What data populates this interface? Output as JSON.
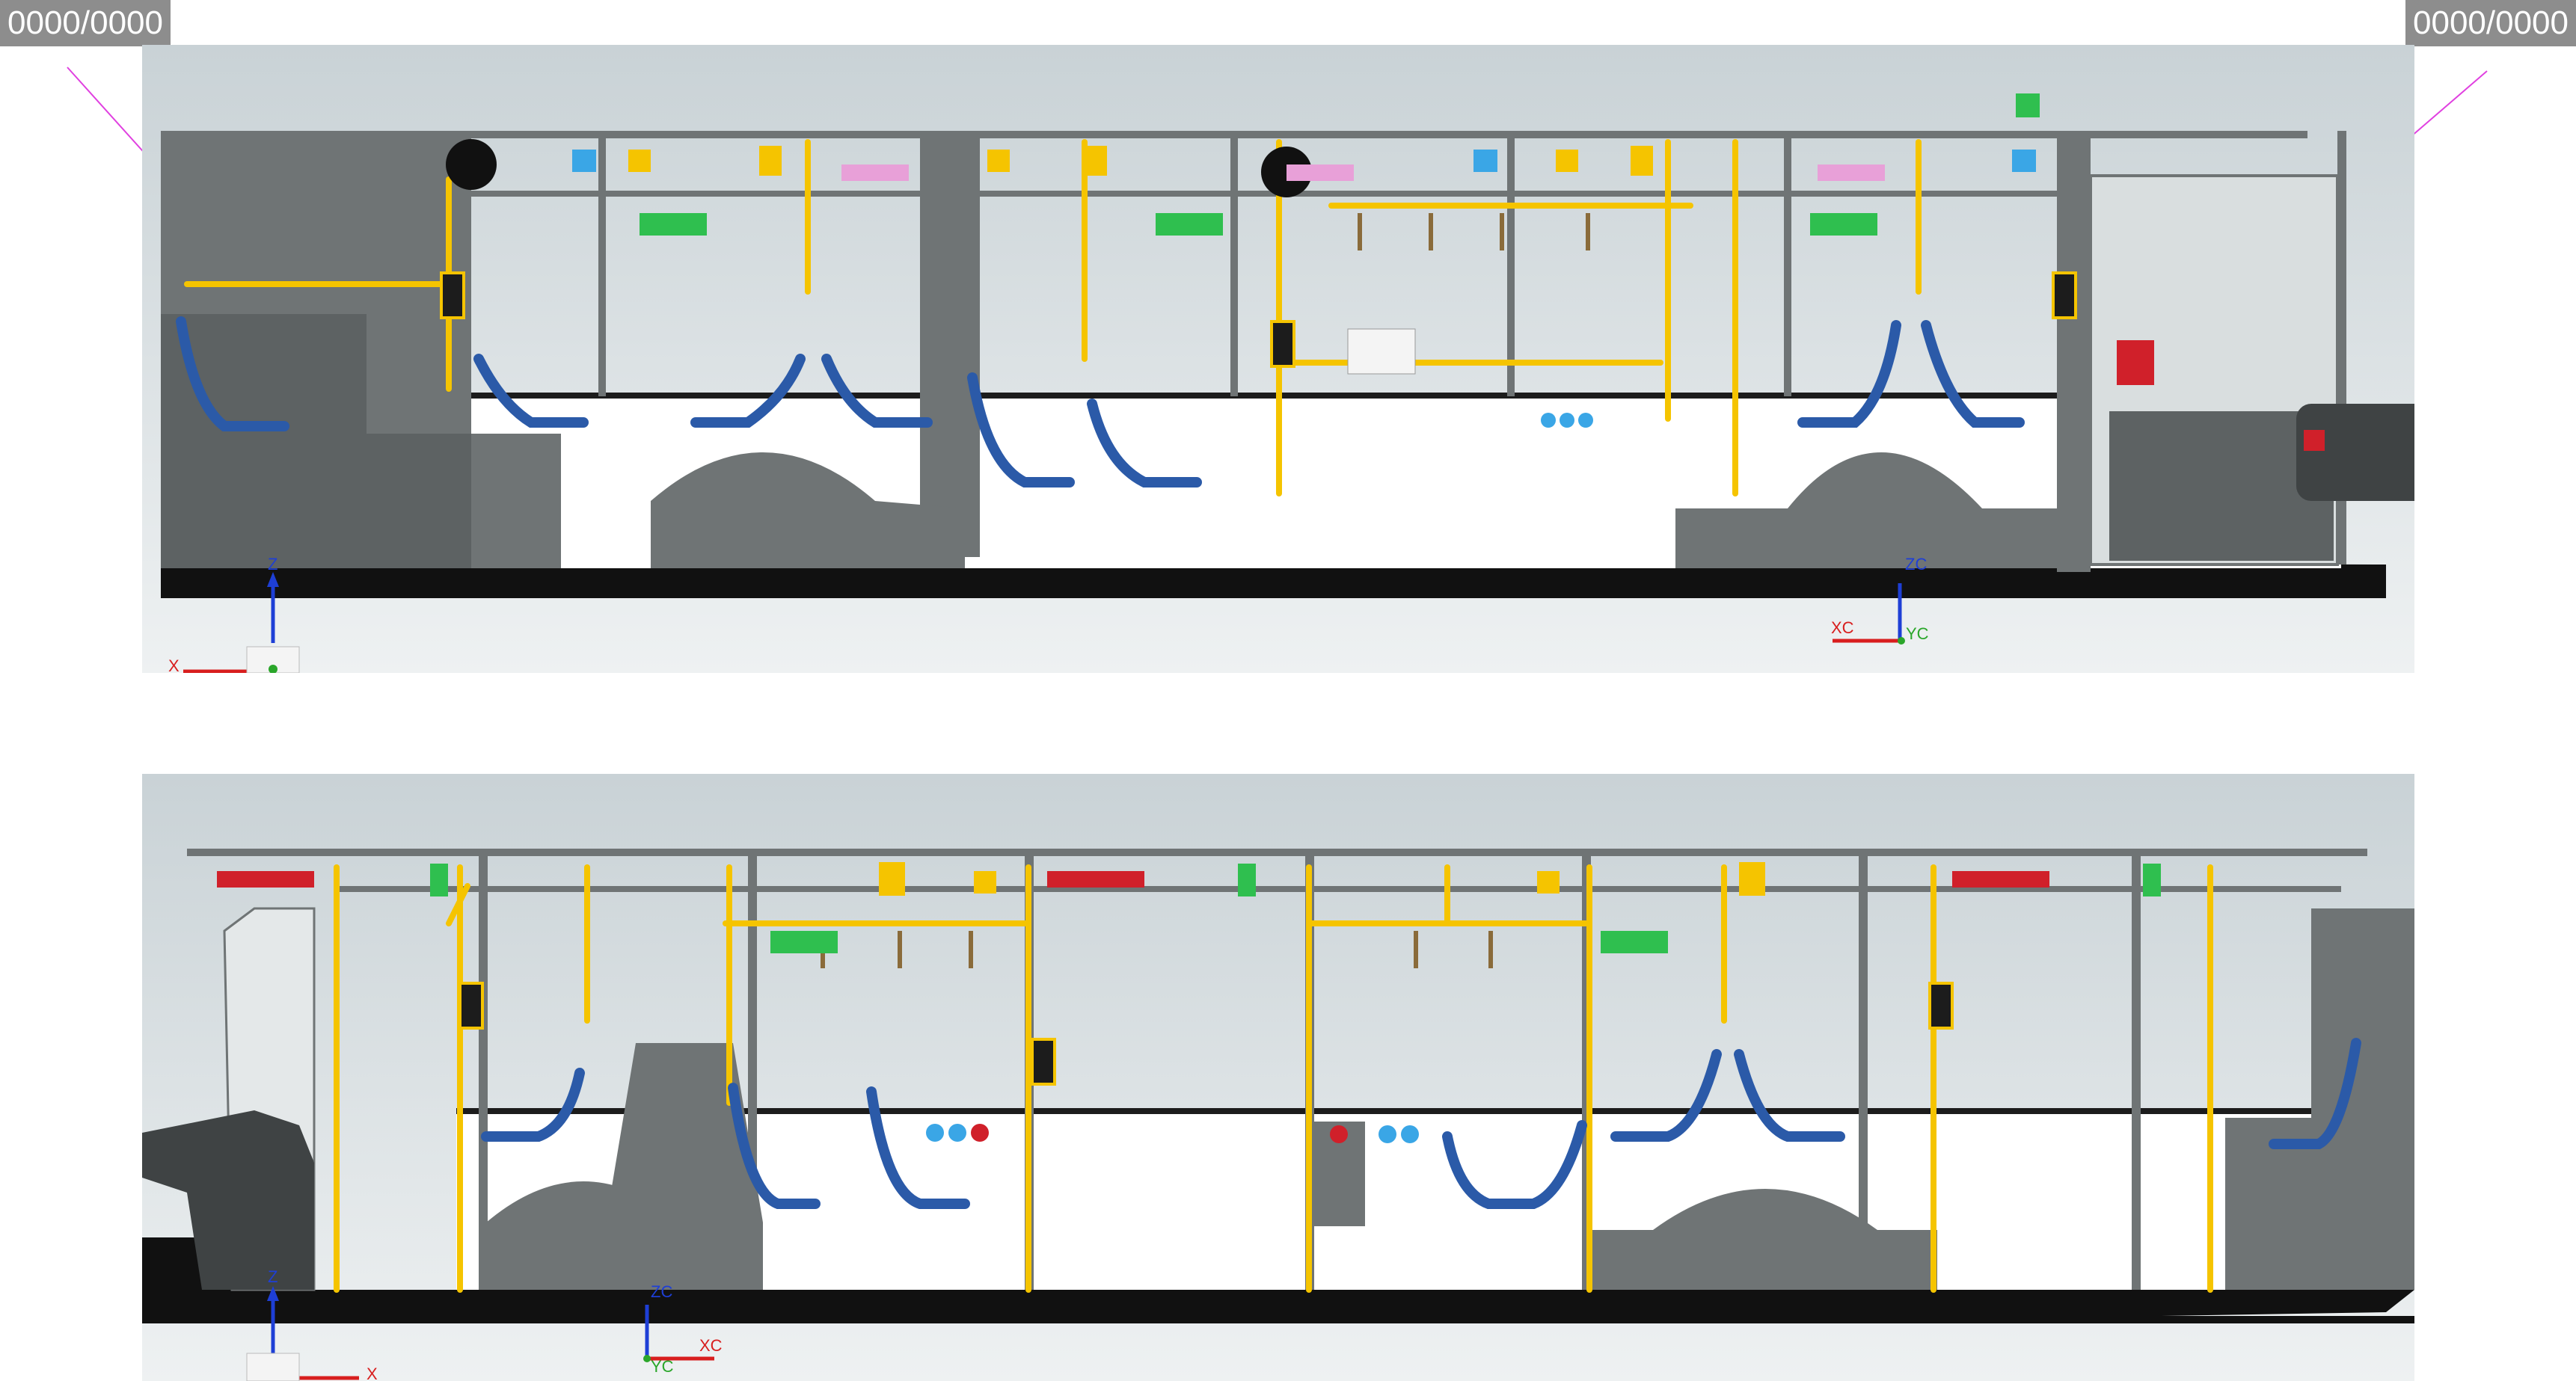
{
  "corner_labels": {
    "left": "0000/0000",
    "right": "0000/0000"
  },
  "axes": {
    "top": {
      "origin_vertical": "Z",
      "origin_horizontal": "X",
      "work_horizontal": "XC",
      "work_vertical": "ZC",
      "work_depth": "YC"
    },
    "bottom": {
      "origin_vertical": "Z",
      "origin_horizontal": "X",
      "work_horizontal": "XC",
      "work_vertical": "ZC",
      "work_depth": "YC"
    }
  },
  "colors": {
    "background_gradient_top": "#c9d2d6",
    "background_gradient_bottom": "#eef1f2",
    "body_gray": "#6f7475",
    "body_dark": "#1c1c1c",
    "handrail_yellow": "#f5c400",
    "seat_blue": "#2b5aa8",
    "floor_black": "#111111",
    "interior_white": "#ffffff",
    "leader_magenta": "#e040e0",
    "axis_blue": "#1e3fd6",
    "axis_red": "#d81e1e",
    "axis_green": "#2aa62a",
    "sign_green": "#2fbf4f",
    "sign_pink": "#e8a0d8",
    "sign_blue": "#3aa6e6",
    "sign_red": "#d0202a"
  },
  "icons": [
    "wifi-icon",
    "no-smoking-icon",
    "qr-code-icon",
    "first-aid-icon",
    "wheelchair-icon",
    "stroller-icon",
    "stop-button-icon",
    "validator-icon",
    "emergency-exit-icon",
    "speaker-icon"
  ]
}
